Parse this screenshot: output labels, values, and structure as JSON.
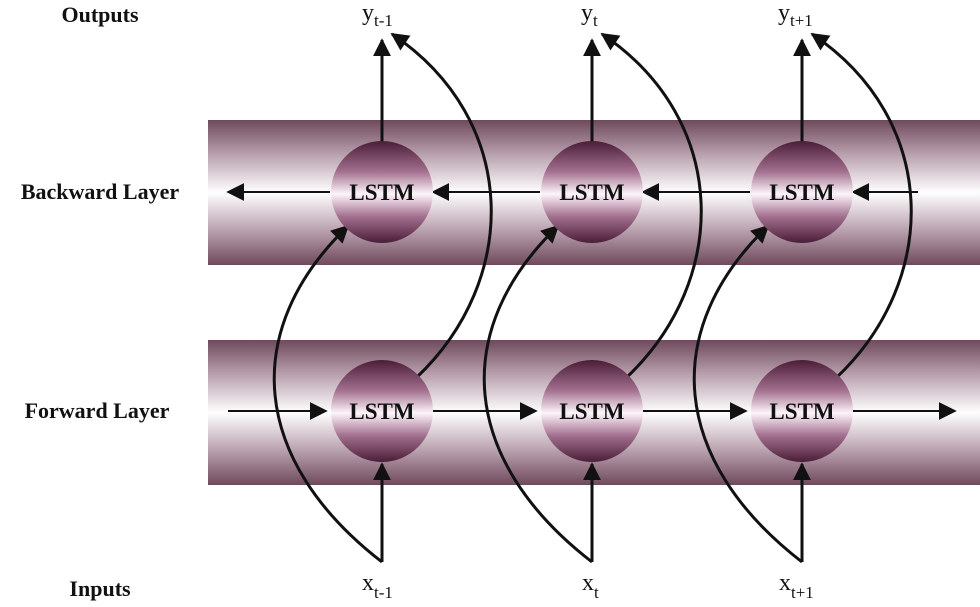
{
  "rows": {
    "outputs": "Outputs",
    "backward": "Backward Layer",
    "forward": "Forward Layer",
    "inputs": "Inputs"
  },
  "cell_label": "LSTM",
  "timesteps": [
    {
      "output_base": "y",
      "output_sub": "t-1",
      "input_base": "x",
      "input_sub": "t-1"
    },
    {
      "output_base": "y",
      "output_sub": "t",
      "input_base": "x",
      "input_sub": "t"
    },
    {
      "output_base": "y",
      "output_sub": "t+1",
      "input_base": "x",
      "input_sub": "t+1"
    }
  ],
  "colors": {
    "band_dark": "#6e4a5c",
    "band_light": "#ffffff",
    "node_dark": "#4a1d38",
    "node_light": "#fdf5fa",
    "arrow": "#111111"
  }
}
